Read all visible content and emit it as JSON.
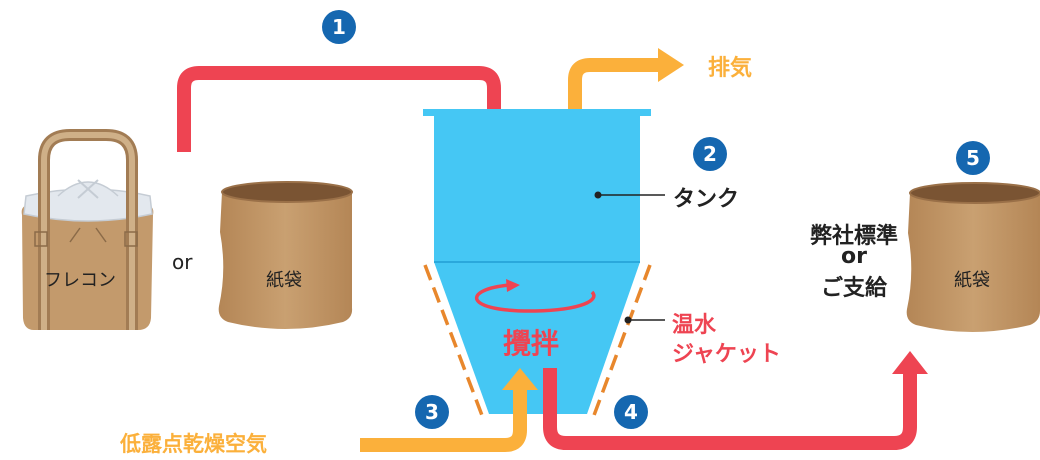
{
  "colors": {
    "red": "#ee4452",
    "orange": "#fbb03b",
    "tank": "#45c7f4",
    "tank_dark": "#2aa8dc",
    "bag": "#c49a6b",
    "bag_dark": "#7a5433",
    "bag_outline": "#9a7048",
    "jacket": "#e8872c",
    "step_badge": "#1567b0",
    "text": "#222222"
  },
  "steps": [
    "1",
    "2",
    "3",
    "4",
    "5"
  ],
  "left": {
    "flecon_label": "フレコン",
    "or_label": "or",
    "paper_bag_label": "紙袋",
    "flecon_icon": "flexible-container-bag-icon",
    "paper_bag_icon": "paper-bag-icon"
  },
  "tank": {
    "label": "タンク",
    "stir_label": "攪拌",
    "jacket_line1": "温水",
    "jacket_line2": "ジャケット"
  },
  "exhaust_label": "排気",
  "dry_air_label": "低露点乾燥空気",
  "right": {
    "supply_line1": "弊社標準",
    "supply_line2": "or",
    "supply_line3": "ご支給",
    "paper_bag_label": "紙袋",
    "paper_bag_icon": "paper-bag-icon"
  }
}
